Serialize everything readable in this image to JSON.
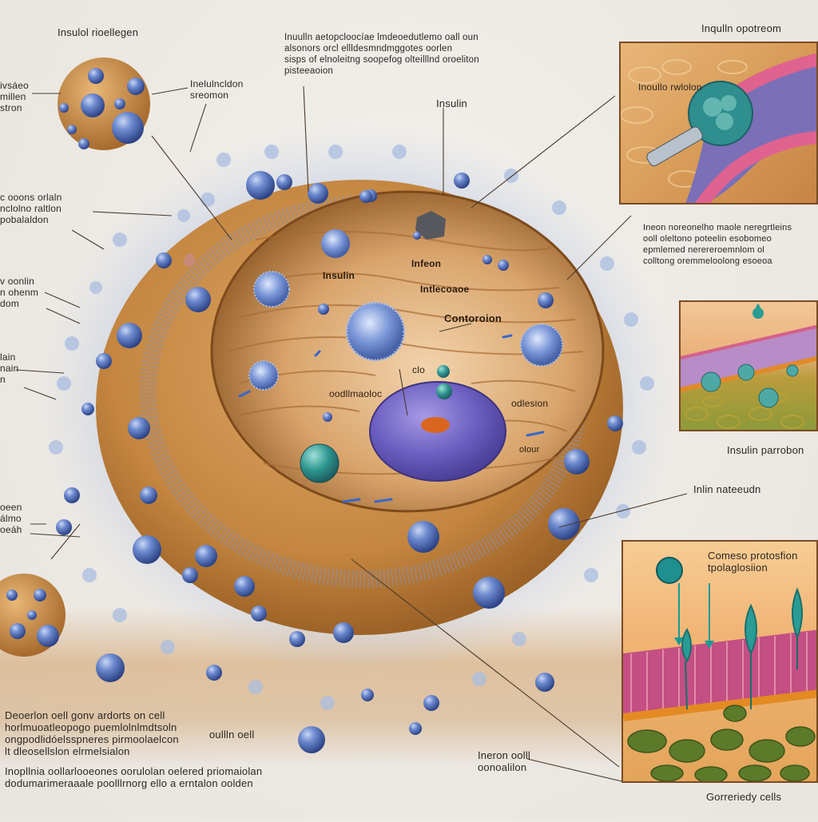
{
  "figure": {
    "type": "scientific-illustration",
    "subject": "insulin-secreting cell cross-section with inset panels",
    "colors": {
      "background": "#ece9e4",
      "cell_outer": "#c98d45",
      "cell_inner": "#b5773a",
      "cytoplasm": "#e3b98a",
      "nucleus": "#7466c4",
      "nucleolus": "#d9661e",
      "vesicle_blue": "#4a68b8",
      "teal_granule": "#2a8e8a",
      "membrane_pink": "#d8608c",
      "panel_border": "#7a4a22",
      "green_cells": "#5a7a2a"
    }
  },
  "labels": {
    "top_left_title": "Insulol rioellegen",
    "small_cell_left": "ivsáeo\nmillen\nstron",
    "small_cell_right": "Inelulncldon\nsreomon",
    "top_center_paragraph": "Inuulln aetopcloocíae lmdeoedutlemo oall oun\nalsonors orcl ellldesmndmggotes oorlen\nsisps of elnoleitng soopefog olteilllnd oroeliton\npisteeaoion",
    "insulin_top": "Insulin",
    "left_group_1": "c ooons orlaln\nnclolno raltlon\npobalaldon",
    "left_group_2": "v oonlin\nn ohenm\ndom",
    "left_group_3": "lain\nnain\nn",
    "left_group_4": "oeen\nálmo\noeáh",
    "inner_insulin": "Insulin",
    "inner_infeon": "Infeon",
    "inner_intlecoaoe": "Intlecoaoe",
    "inner_contoroin": "Contoroion",
    "inner_clo": "clo",
    "inner_oodlmaoloc": "oodllmaoloc",
    "inner_odlesion": "odlesion",
    "inner_olour": "olour",
    "bottom_left_paragraph_1": "Deoerlon oell gonv ardorts on cell\nhorlmuoatleopogo puemlolnlmdtsoln\nongpodlidóelsspneres pirmoolaelcon\nlt dleosellslon elrmelsialon",
    "bottom_left_paragraph_2": "Inopllnia oollarlooeones oorulolan oelered priomaiolan\ndodumarimeraaale poolllrnorg ello a erntalon oolden",
    "bottom_oullin_cell": "oullln oell",
    "bottom_center_label": "Ineron oolll\noonoalilon",
    "right_panel_1_caption": "Inqulln opotreom",
    "right_panel_1_inner": "Inoullo rwlolon",
    "right_paragraph": "Ineon noreonelho maole neregrtleins\nooll oleltono poteelin esobomeo\nepmlemed nerereroemnlom ol\ncolltong oremmeloolong esoeoa",
    "right_panel_2_caption": "Insulin parrobon",
    "right_mid_label": "Inlin nateeudn",
    "right_panel_3_title": "Comeso protosfion\ntpolaglosiion",
    "right_panel_3_caption": "Gorreriedy cells"
  }
}
